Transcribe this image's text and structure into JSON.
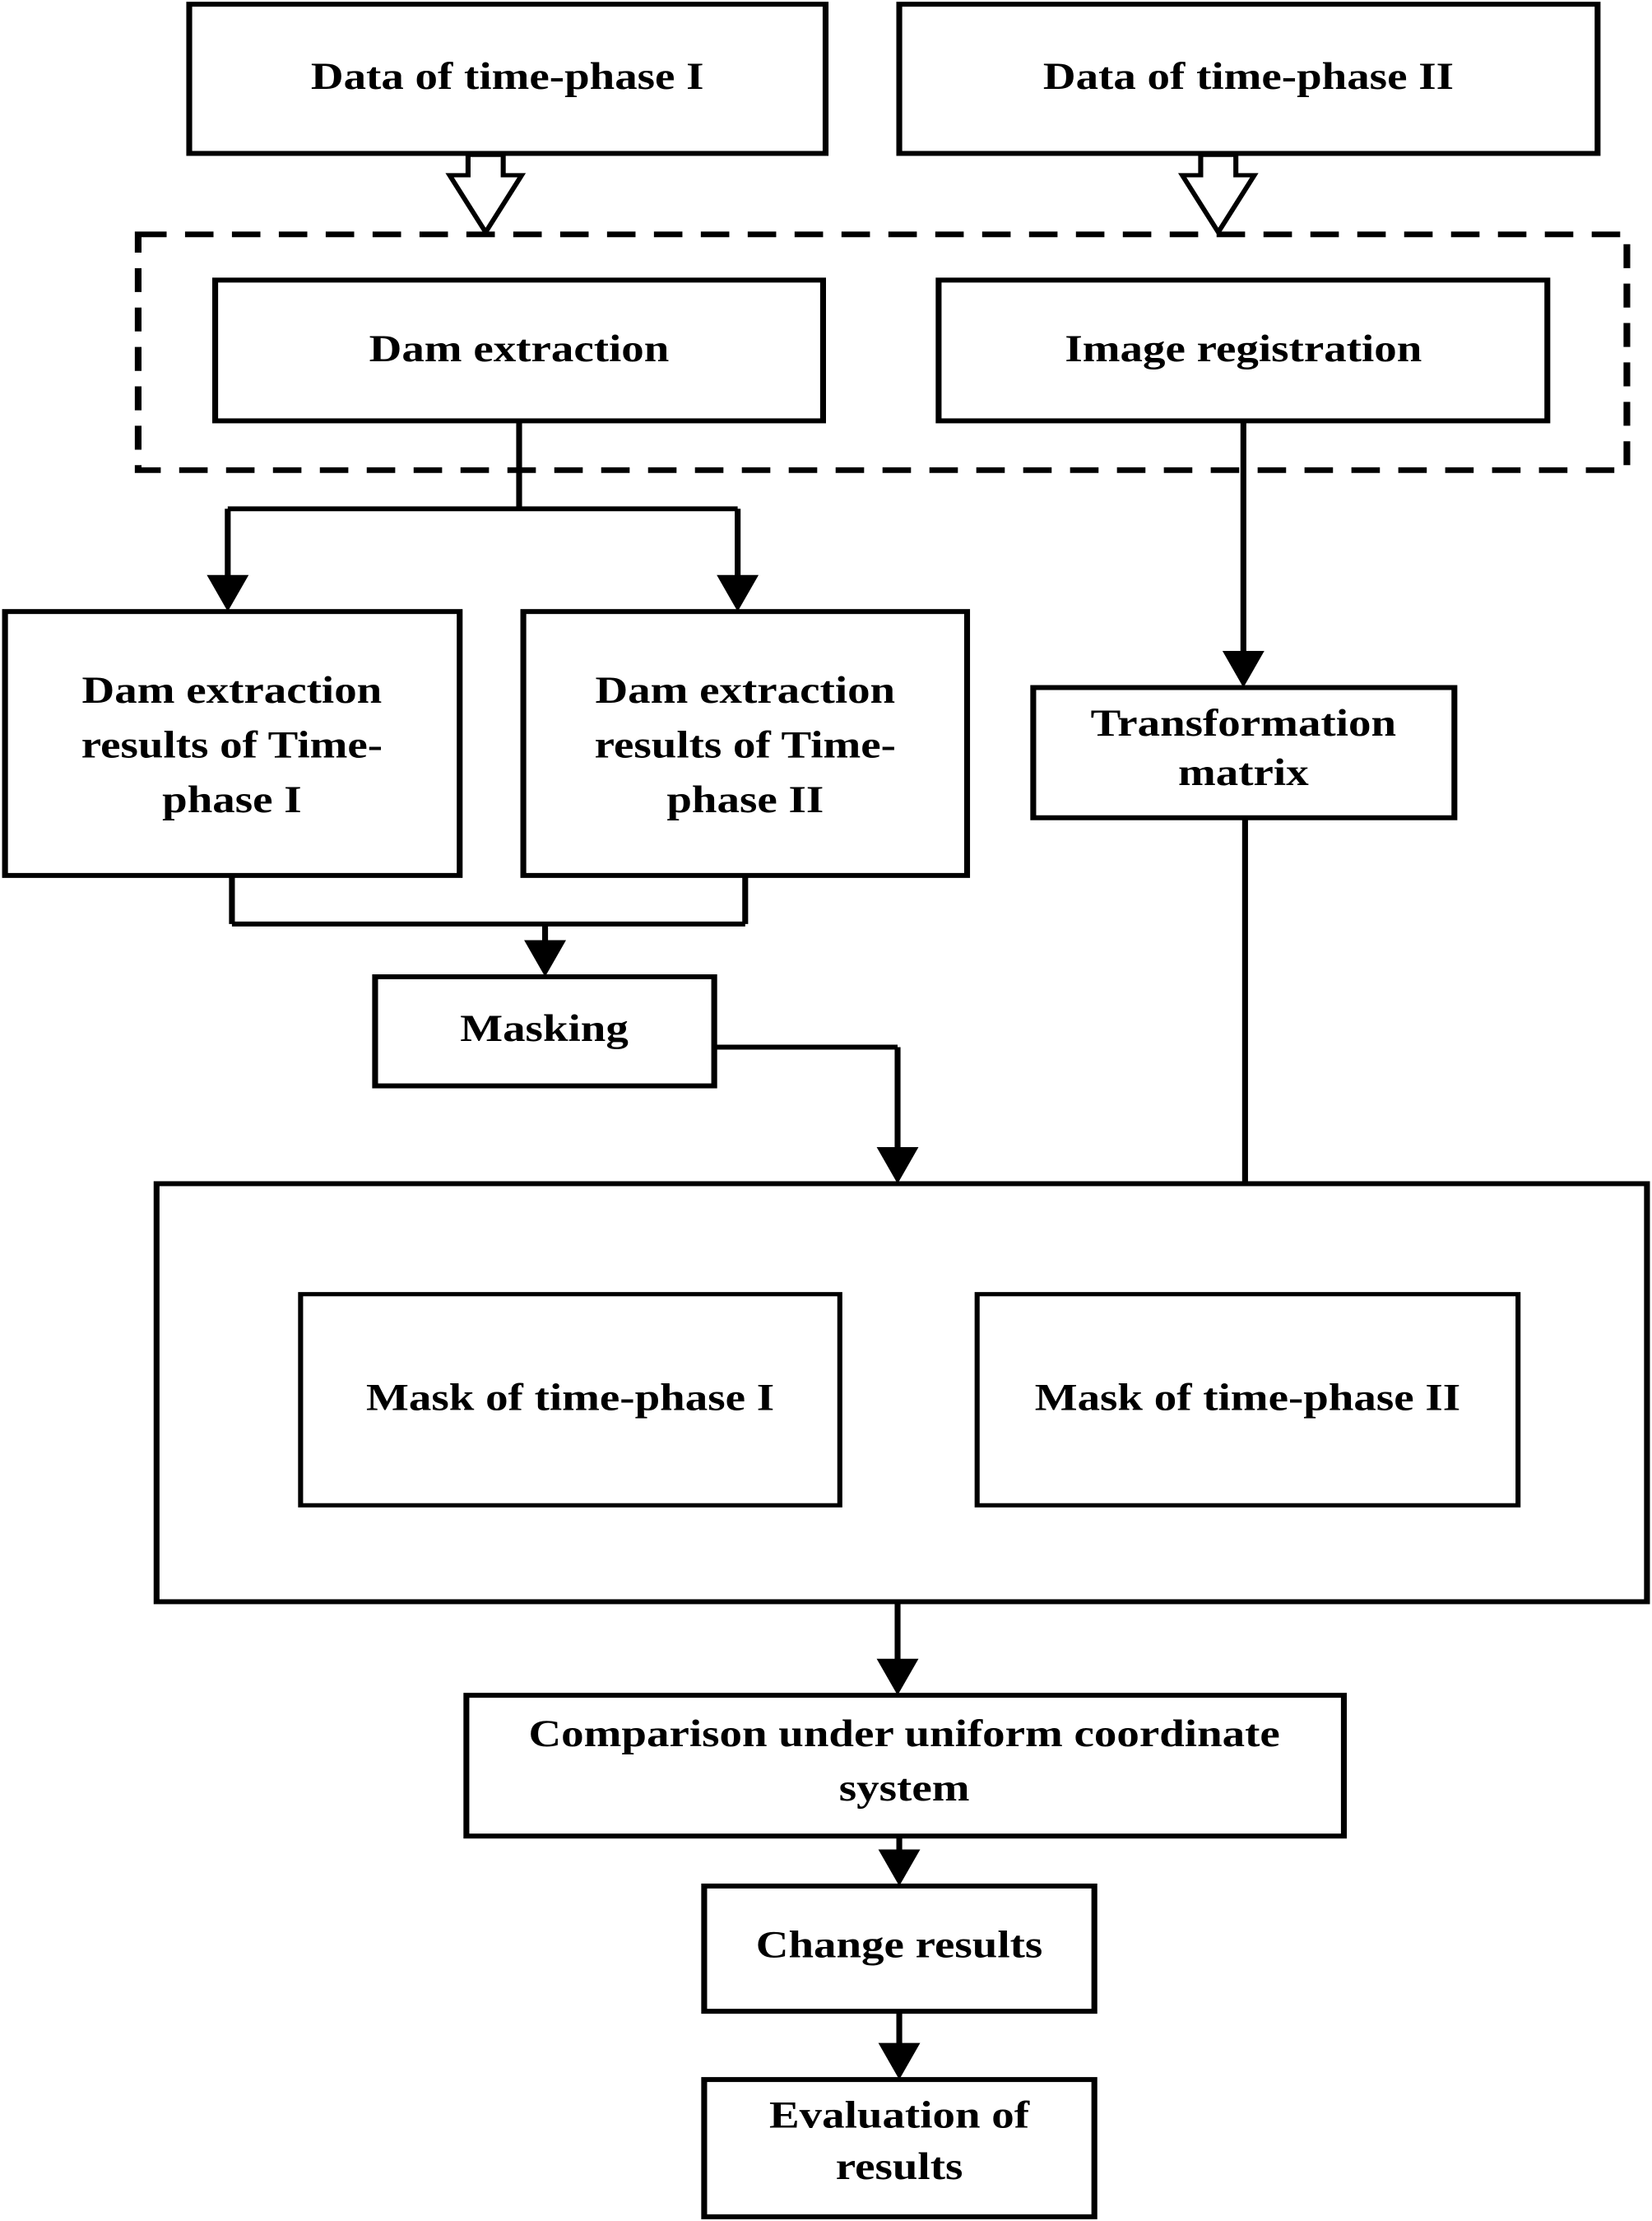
{
  "diagram": {
    "title": "Change detection workflow for dam monitoring",
    "type": "flowchart",
    "orientation": "top-to-bottom",
    "colors": {
      "line": "#000000",
      "box_fill": "#ffffff",
      "background": "#ffffff"
    },
    "nodes": {
      "data_phase_1": "Data of time-phase I",
      "data_phase_2": "Data of time-phase II",
      "dam_extraction": "Dam extraction",
      "image_registration": "Image registration",
      "dam_results_1_line1": "Dam extraction",
      "dam_results_1_line2": "results of Time-",
      "dam_results_1_line3": "phase I",
      "dam_results_2_line1": "Dam extraction",
      "dam_results_2_line2": "results of Time-",
      "dam_results_2_line3": "phase II",
      "transformation_matrix_line1": "Transformation",
      "transformation_matrix_line2": "matrix",
      "masking": "Masking",
      "mask_phase_1": "Mask of time-phase I",
      "mask_phase_2": "Mask of time-phase II",
      "comparison_line1": "Comparison under uniform coordinate",
      "comparison_line2": "system",
      "change_results": "Change results",
      "evaluation_line1": "Evaluation of",
      "evaluation_line2": "results"
    },
    "groups": {
      "dashed_processing_group": "",
      "mask_container_group": ""
    },
    "edges": [
      {
        "from": "data_phase_1",
        "to": "dashed_processing_group",
        "style": "hollow-block-arrow"
      },
      {
        "from": "data_phase_2",
        "to": "dashed_processing_group",
        "style": "hollow-block-arrow"
      },
      {
        "from": "dam_extraction",
        "to": "dam_results_1",
        "style": "solid-arrow"
      },
      {
        "from": "dam_extraction",
        "to": "dam_results_2",
        "style": "solid-arrow"
      },
      {
        "from": "image_registration",
        "to": "transformation_matrix",
        "style": "solid-arrow"
      },
      {
        "from": "dam_results_1",
        "to": "masking",
        "style": "solid-arrow"
      },
      {
        "from": "dam_results_2",
        "to": "masking",
        "style": "solid-arrow"
      },
      {
        "from": "masking",
        "to": "mask_container_group",
        "style": "solid-arrow"
      },
      {
        "from": "transformation_matrix",
        "to": "mask_phase_2",
        "style": "solid-arrow"
      },
      {
        "from": "mask_container_group",
        "to": "comparison",
        "style": "solid-arrow"
      },
      {
        "from": "comparison",
        "to": "change_results",
        "style": "solid-arrow"
      },
      {
        "from": "change_results",
        "to": "evaluation",
        "style": "solid-arrow"
      }
    ]
  }
}
